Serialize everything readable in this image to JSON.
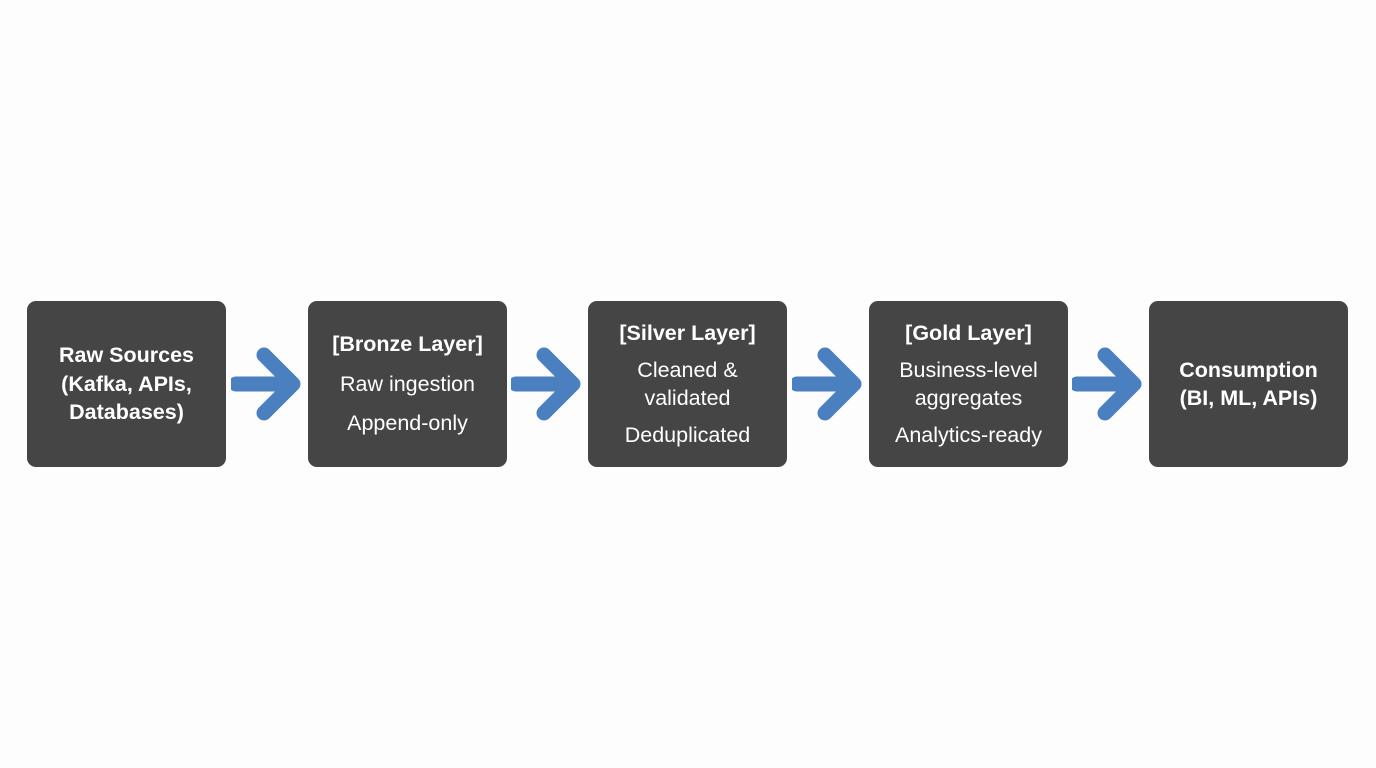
{
  "colors": {
    "background": "#fdfdfd",
    "box_fill": "#454545",
    "box_text": "#ffffff",
    "arrow": "#4a7fc0"
  },
  "boxes": [
    {
      "title": "Raw Sources\n(Kafka, APIs,\nDatabases)"
    },
    {
      "title": "[Bronze Layer]",
      "lines": [
        "Raw ingestion",
        "Append-only"
      ]
    },
    {
      "title": "[Silver Layer]",
      "lines": [
        "Cleaned &\nvalidated",
        "Deduplicated"
      ]
    },
    {
      "title": "[Gold Layer]",
      "lines": [
        "Business-level\naggregates",
        "Analytics-ready"
      ]
    },
    {
      "title": "Consumption\n(BI, ML, APIs)"
    }
  ],
  "arrows": [
    {
      "icon": "right-arrow-icon"
    },
    {
      "icon": "right-arrow-icon"
    },
    {
      "icon": "right-arrow-icon"
    },
    {
      "icon": "right-arrow-icon"
    }
  ]
}
